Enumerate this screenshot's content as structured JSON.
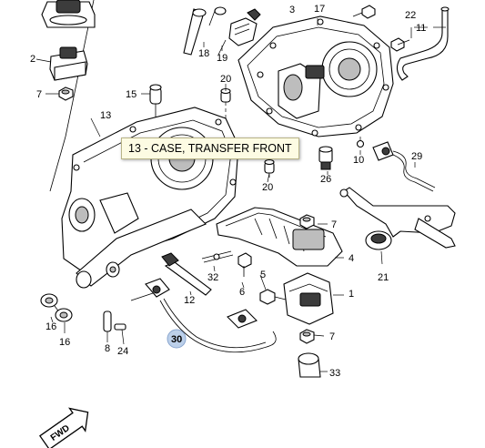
{
  "tooltip": {
    "text": "13 - CASE, TRANSFER FRONT"
  },
  "direction_badge": "FWD",
  "callouts": {
    "c1": "1",
    "c2": "2",
    "c3": "3",
    "c4": "4",
    "c5": "5",
    "c6": "6",
    "c7a": "7",
    "c7b": "7",
    "c7c": "7",
    "c8": "8",
    "c10": "10",
    "c11": "11",
    "c12": "12",
    "c13": "13",
    "c15": "15",
    "c16a": "16",
    "c16b": "16",
    "c17": "17",
    "c18": "18",
    "c19": "19",
    "c20a": "20",
    "c20b": "20",
    "c21": "21",
    "c22": "22",
    "c24": "24",
    "c26": "26",
    "c29": "29",
    "c30": "30",
    "c32": "32",
    "c33": "33"
  },
  "colors": {
    "highlight_badge": "#bcd0ea",
    "tooltip_bg": "#fdfbe3"
  }
}
